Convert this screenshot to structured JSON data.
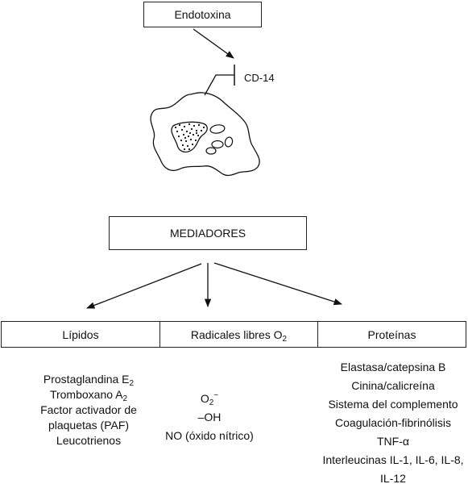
{
  "top": {
    "stimulus": "Endotoxina",
    "receptor": "CD-14"
  },
  "mediators": {
    "title": "MEDIADORES"
  },
  "categories": [
    {
      "label": "Lípidos"
    },
    {
      "label_base": "Radicales libres O",
      "label_sub": "2"
    },
    {
      "label": "Proteínas"
    }
  ],
  "lipids": {
    "prostaglandin_base": "Prostaglandina E",
    "prostaglandin_sub": "2",
    "thromboxane_base": "Tromboxano A",
    "thromboxane_sub": "2",
    "paf_line1": "Factor activador de",
    "paf_line2": "plaquetas (PAF)",
    "leukotrienes": "Leucotrienos"
  },
  "radicals": {
    "superoxide_base": "O",
    "superoxide_sub": "2",
    "superoxide_sup": "−",
    "hydroxyl": "–OH",
    "nitric_oxide": "NO (óxido nítrico)"
  },
  "proteins": [
    "Elastasa/catepsina B",
    "Cinina/calicreína",
    "Sistema del complemento",
    "Coagulación-fibrinólisis",
    "TNF-α",
    "Interleucinas IL-1, IL-6, IL-8,",
    "IL-12"
  ]
}
